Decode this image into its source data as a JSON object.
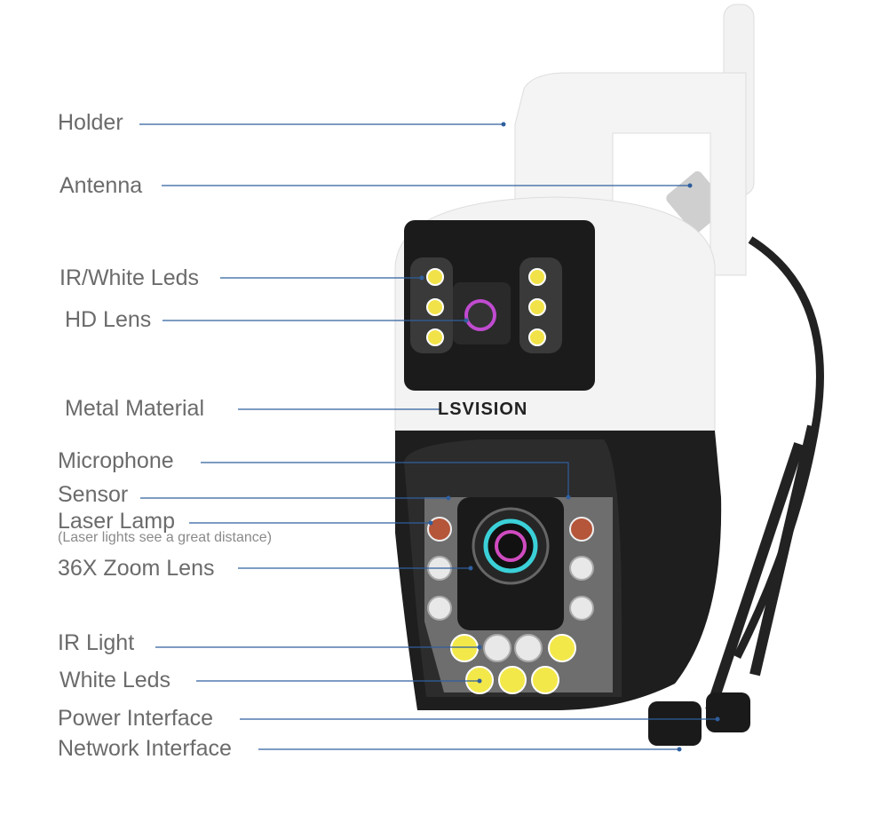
{
  "brand": "LSVISION",
  "labels": {
    "holder": "Holder",
    "antenna": "Antenna",
    "ir_white_leds": "IR/White Leds",
    "hd_lens": "HD Lens",
    "metal_material": "Metal Material",
    "microphone": "Microphone",
    "sensor": "Sensor",
    "laser_lamp": "Laser Lamp",
    "laser_lamp_note": "(Laser lights see a great distance)",
    "zoom_lens": "36X Zoom Lens",
    "ir_light": "IR Light",
    "white_leds": "White Leds",
    "power_interface": "Power Interface",
    "network_interface": "Network Interface"
  },
  "colors": {
    "leader_line": "#2f5f9e",
    "label_text": "#6b6b6b"
  }
}
